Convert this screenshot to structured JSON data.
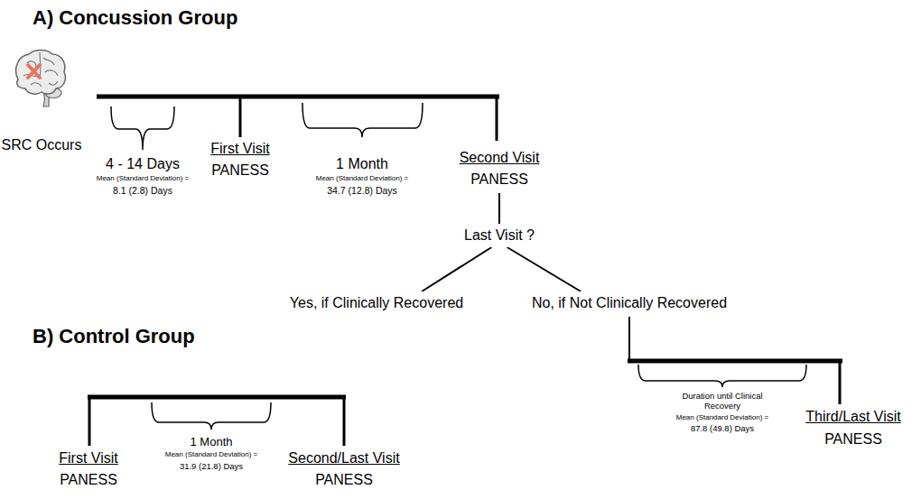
{
  "diagram": {
    "nodes": [
      {
        "text": [
          "Second Visit",
          "PANESS"
        ]
      },
      {
        "text": [
          "Last Visit ?"
        ]
      },
      {
        "text": [
          "Yes, if Clinically Recovered"
        ]
      },
      {
        "text": [
          "No, if Not Clinically Recovered"
        ]
      }
    ],
    "edges": [
      {
        "from": 0,
        "to": 1,
        "arrow": "none"
      },
      {
        "from": 1,
        "to": 2,
        "arrow": "none"
      },
      {
        "from": 1,
        "to": 3,
        "arrow": "none"
      }
    ],
    "labels": [
      "A) Concussion Group",
      "SRC Occurs",
      "4 - 14 Days",
      "Mean (Standard Deviation) =",
      "8.1 (2.8) Days",
      "First Visit",
      "PANESS",
      "1 Month",
      "Mean (Standard Deviation) =",
      "34.7 (12.8) Days",
      "B) Control Group",
      "First Visit",
      "PANESS",
      "1 Month",
      "Mean (Standard Deviation) =",
      "31.9 (21.8) Days",
      "Second/Last Visit",
      "PANESS",
      "Duration until Clinical Recovery",
      "Mean (Standard Deviation) =",
      "87.8 (49.8) Days",
      "Third/Last Visit",
      "PANESS"
    ]
  }
}
